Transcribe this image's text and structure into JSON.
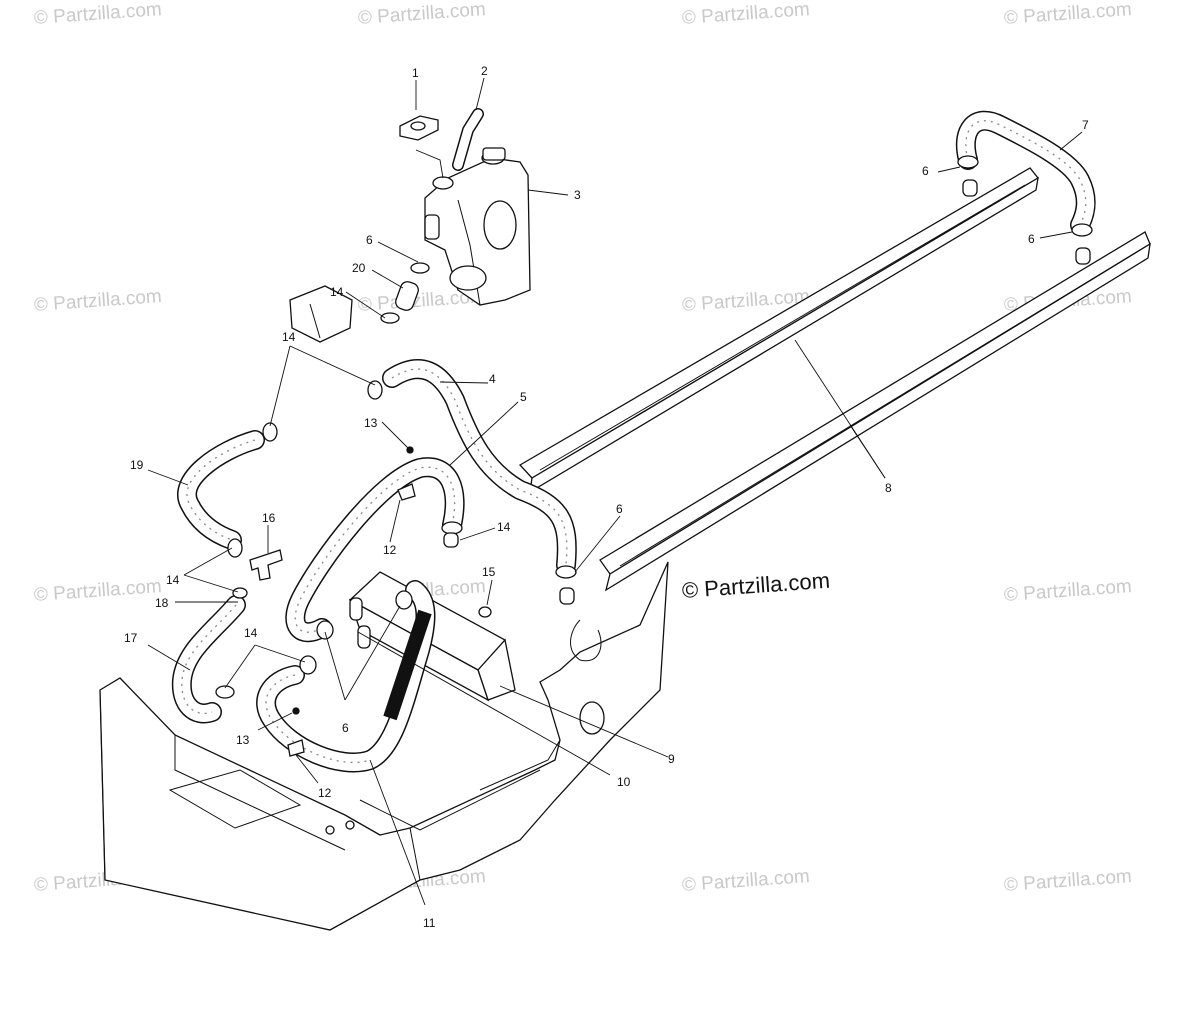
{
  "diagram": {
    "watermark": "© Partzilla.com",
    "brand_text": "© Partzilla.com",
    "callouts": [
      {
        "id": "c1",
        "label": "1"
      },
      {
        "id": "c2",
        "label": "2"
      },
      {
        "id": "c3",
        "label": "3"
      },
      {
        "id": "c6a",
        "label": "6"
      },
      {
        "id": "c20",
        "label": "20"
      },
      {
        "id": "c14a",
        "label": "14"
      },
      {
        "id": "c14b",
        "label": "14"
      },
      {
        "id": "c4",
        "label": "4"
      },
      {
        "id": "c5",
        "label": "5"
      },
      {
        "id": "c13a",
        "label": "13"
      },
      {
        "id": "c19",
        "label": "19"
      },
      {
        "id": "c16",
        "label": "16"
      },
      {
        "id": "c14c",
        "label": "14"
      },
      {
        "id": "c12a",
        "label": "12"
      },
      {
        "id": "c6b",
        "label": "6"
      },
      {
        "id": "c14d",
        "label": "14"
      },
      {
        "id": "c18",
        "label": "18"
      },
      {
        "id": "c15",
        "label": "15"
      },
      {
        "id": "c17",
        "label": "17"
      },
      {
        "id": "c14e",
        "label": "14"
      },
      {
        "id": "c6c",
        "label": "6"
      },
      {
        "id": "c13b",
        "label": "13"
      },
      {
        "id": "c12b",
        "label": "12"
      },
      {
        "id": "c9",
        "label": "9"
      },
      {
        "id": "c10",
        "label": "10"
      },
      {
        "id": "c11",
        "label": "11"
      },
      {
        "id": "c7",
        "label": "7"
      },
      {
        "id": "c6d",
        "label": "6"
      },
      {
        "id": "c6e",
        "label": "6"
      },
      {
        "id": "c8",
        "label": "8"
      }
    ]
  }
}
